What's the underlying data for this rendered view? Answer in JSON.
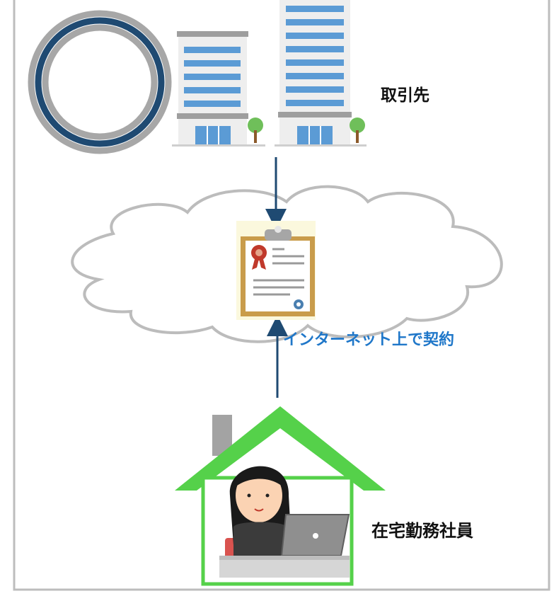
{
  "labels": {
    "partner": "取引先",
    "internet_contract": "インターネット上で契約",
    "remote_worker": "在宅勤務社員"
  },
  "icons": {
    "buildings": "office-buildings-icon",
    "contract": "contract-document-icon",
    "house": "house-icon",
    "worker": "woman-with-laptop-icon",
    "seal_ring": "ring-seal-icon",
    "cloud": "cloud-icon"
  },
  "colors": {
    "frame": "#bdbdbd",
    "ring_outer": "#1f4a72",
    "ring_inner": "#a7a7a7",
    "cloud_stroke": "#bcbcbc",
    "arrow": "#1f4a72",
    "house_green": "#55d14a",
    "label_blue": "#1f77c9",
    "building_window": "#5b9bd5",
    "building_wall": "#eeeeee"
  }
}
